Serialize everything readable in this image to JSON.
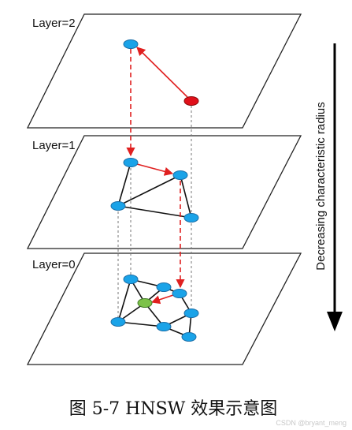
{
  "layers": [
    {
      "label": "Layer=2"
    },
    {
      "label": "Layer=1"
    },
    {
      "label": "Layer=0"
    }
  ],
  "axis": {
    "label": "Decreasing characteristic radius"
  },
  "caption": "图 5-7 HNSW 效果示意图",
  "watermark": "CSDN @bryant_meng",
  "colors": {
    "node": "#1aa3e8",
    "node_stroke": "#1b6fa8",
    "entry_node": "#e0101a",
    "target_node": "#7dc24a",
    "search_arrow": "#e02020",
    "edge": "#111111",
    "projection": "#777777"
  }
}
